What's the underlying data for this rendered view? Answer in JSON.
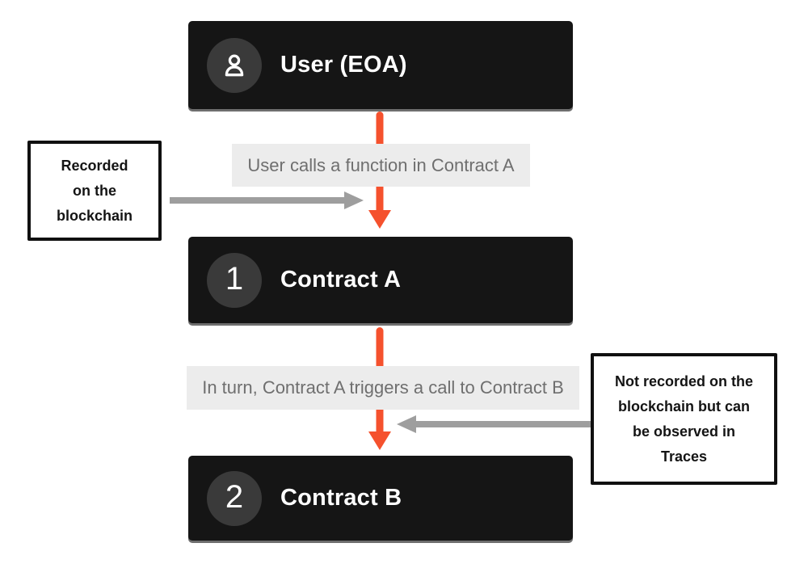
{
  "palette": {
    "page_bg": "#ffffff",
    "node_bg": "#151515",
    "node_shadow": "#6e6e6e",
    "badge_bg": "#3a3a3a",
    "node_text": "#ffffff",
    "arrow_orange": "#f5512d",
    "arrow_gray": "#9e9e9e",
    "label_bg": "#ececec",
    "label_text": "#6f6f6f",
    "annotation_bg": "#ffffff",
    "annotation_border": "#101010",
    "annotation_text": "#141414"
  },
  "nodes": [
    {
      "id": "user",
      "badge_type": "icon",
      "badge_icon": "person-icon",
      "title": "User (EOA)"
    },
    {
      "id": "contract-a",
      "badge_type": "number",
      "badge_text": "1",
      "title": "Contract A"
    },
    {
      "id": "contract-b",
      "badge_type": "number",
      "badge_text": "2",
      "title": "Contract B"
    }
  ],
  "flow_labels": [
    {
      "text": "User calls a function in Contract A"
    },
    {
      "text": "In turn, Contract A triggers a call to Contract B"
    }
  ],
  "annotations": [
    {
      "side": "left",
      "text": "Recorded\non the\nblockchain"
    },
    {
      "side": "right",
      "text": "Not recorded on the\nblockchain but can\nbe observed in\nTraces"
    }
  ]
}
